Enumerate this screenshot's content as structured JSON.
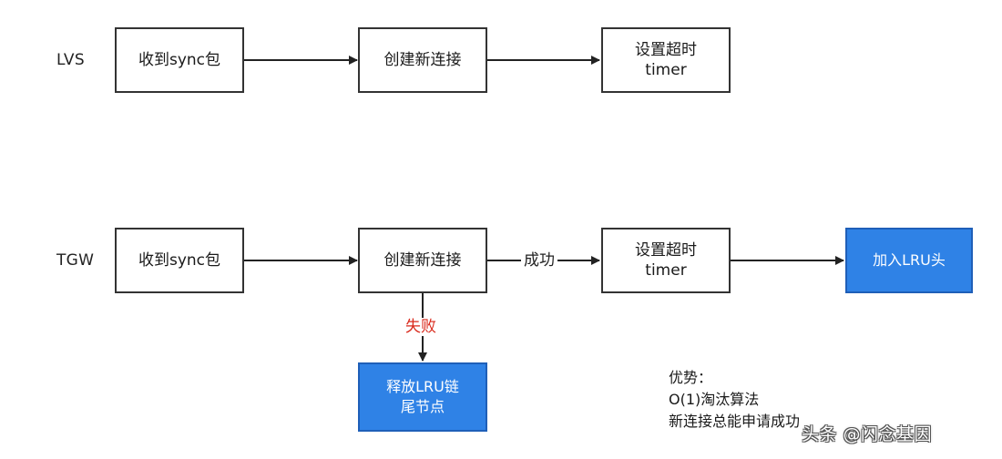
{
  "lvs": {
    "row_label": "LVS",
    "step1": "收到sync包",
    "step2": "创建新连接",
    "step3_line1": "设置超时",
    "step3_line2": "timer"
  },
  "tgw": {
    "row_label": "TGW",
    "step1": "收到sync包",
    "step2": "创建新连接",
    "success_label": "成功",
    "step3_line1": "设置超时",
    "step3_line2": "timer",
    "step4": "加入LRU头",
    "fail_label": "失败",
    "fail_step_line1": "释放LRU链",
    "fail_step_line2": "尾节点"
  },
  "note": {
    "title": "优势：",
    "line1": "O(1)淘汰算法",
    "line2": "新连接总能申请成功"
  },
  "watermark": {
    "text": "头条 @闪念基因"
  },
  "colors": {
    "highlight_box": "#2f82e6",
    "fail_label": "#d9291c",
    "box_border": "#333333",
    "arrow": "#222222"
  }
}
